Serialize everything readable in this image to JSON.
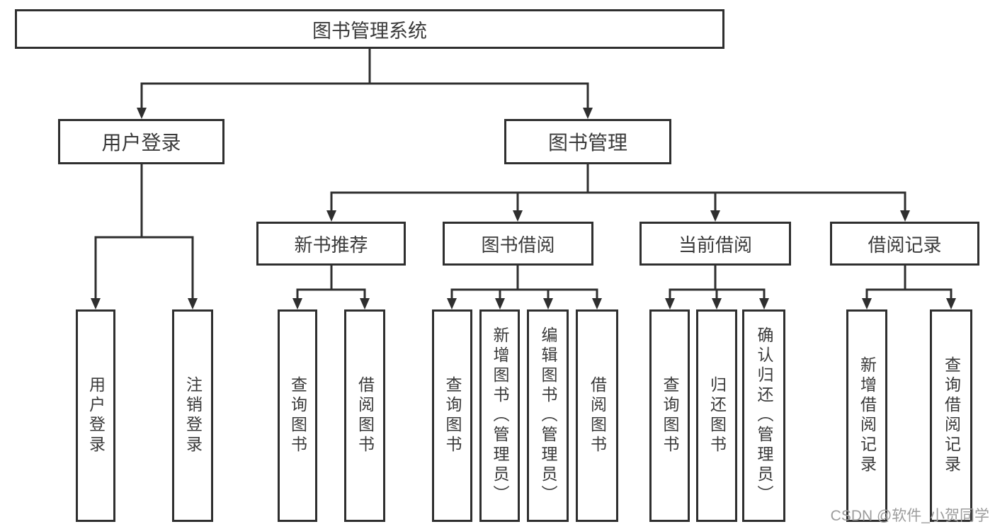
{
  "diagram": {
    "root": "图书管理系统",
    "login": {
      "label": "用户登录",
      "children": [
        "用户登录",
        "注销登录"
      ]
    },
    "manage": {
      "label": "图书管理",
      "groups": [
        {
          "label": "新书推荐",
          "children": [
            "查询图书",
            "借阅图书"
          ]
        },
        {
          "label": "图书借阅",
          "children": [
            "查询图书",
            "新增图书（管理员）",
            "编辑图书（管理员）",
            "借阅图书"
          ]
        },
        {
          "label": "当前借阅",
          "children": [
            "查询图书",
            "归还图书",
            "确认归还（管理员）"
          ]
        },
        {
          "label": "借阅记录",
          "children": [
            "新增借阅记录",
            "查询借阅记录"
          ]
        }
      ]
    }
  },
  "watermark": "CSDN @软件_小贺同学",
  "colors": {
    "line": "#2f2f2f",
    "text": "#3a3a3a",
    "watermark": "#9c9c9c",
    "background": "#ffffff"
  }
}
